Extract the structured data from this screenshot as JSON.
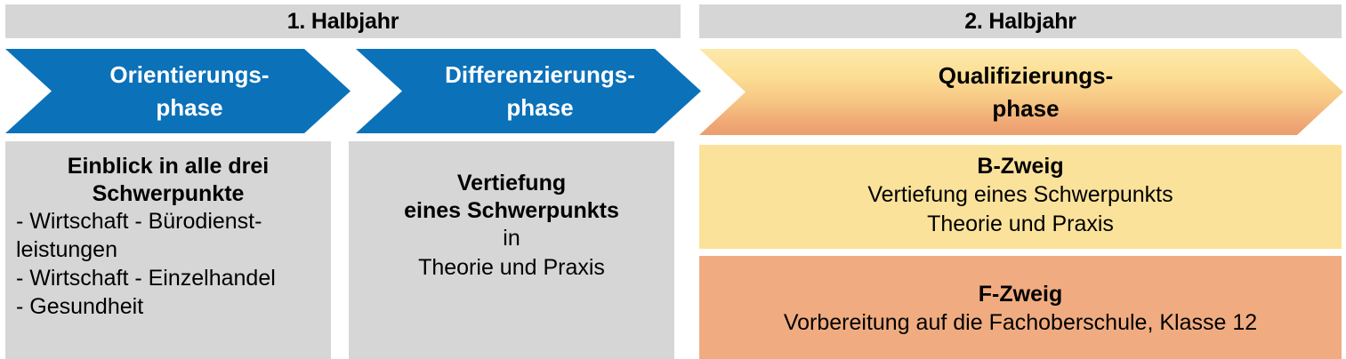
{
  "diagram": {
    "title_semantics": "Bildungsgang Zweijaehrige Berufsfachschule Halbjahresuebersicht",
    "colors": {
      "header_gray": "#d6d6d6",
      "phase_blue": "#0B71B9",
      "phase_orange_top": "#fde9ac",
      "phase_orange_bottom": "#eb9e6e",
      "box_gray": "#d6d6d6",
      "box_yellow": "#fbe29a",
      "box_orange": "#f0ac80",
      "text_dark": "#000000",
      "text_light": "#ffffff"
    }
  },
  "headers": [
    {
      "id": "half1",
      "label": "1. Halbjahr"
    },
    {
      "id": "half2",
      "label": "2. Halbjahr"
    }
  ],
  "phases": [
    {
      "id": "orientierung",
      "line1": "Orientierungs-",
      "line2": "phase"
    },
    {
      "id": "differenzierung",
      "line1": "Differenzierungs-",
      "line2": "phase"
    },
    {
      "id": "qualifizierung",
      "line1": "Qualifizierungs-",
      "line2": "phase"
    }
  ],
  "boxes": {
    "orientierung": {
      "title_line1": "Einblick in alle drei",
      "title_line2": "Schwerpunkte",
      "items": [
        "- Wirtschaft - Bürodienst-",
        "leistungen",
        "- Wirtschaft - Einzelhandel",
        "- Gesundheit"
      ]
    },
    "differenzierung": {
      "title_line1": "Vertiefung",
      "title_line2": "eines Schwerpunkts",
      "line3": "in",
      "line4": "Theorie und Praxis"
    },
    "b_zweig": {
      "title": "B-Zweig",
      "line1": "Vertiefung eines Schwerpunkts",
      "line2": "Theorie und Praxis"
    },
    "f_zweig": {
      "title": "F-Zweig",
      "line1": "Vorbereitung auf die Fachoberschule, Klasse 12"
    }
  }
}
